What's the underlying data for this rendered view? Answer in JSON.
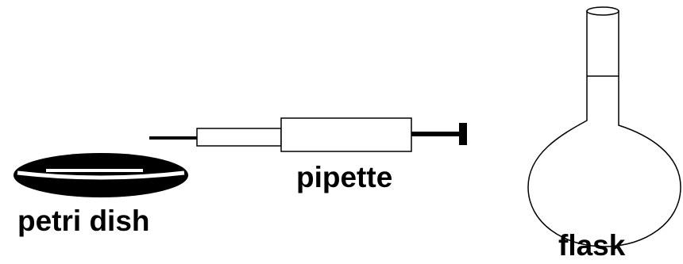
{
  "labels": {
    "petri_dish": "petri dish",
    "pipette": "pipette",
    "flask": "flask"
  },
  "colors": {
    "ink": "#000000",
    "paper": "#ffffff"
  },
  "icons": {
    "petri_dish": "petri-dish-icon",
    "pipette": "pipette-icon",
    "flask": "flask-icon"
  }
}
